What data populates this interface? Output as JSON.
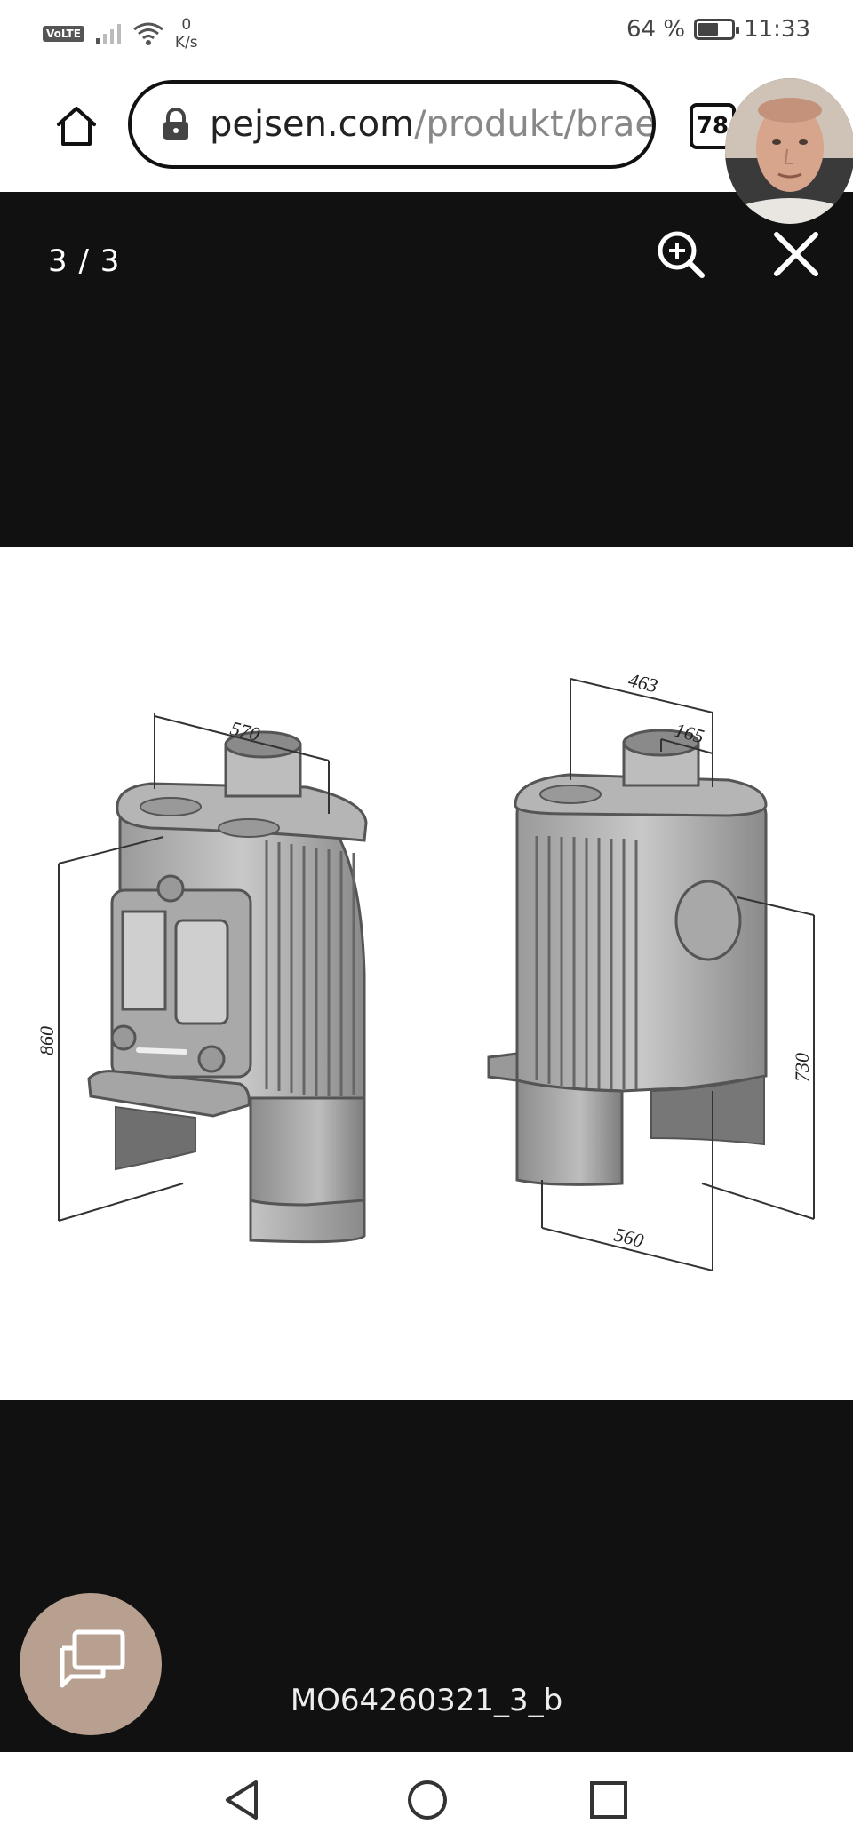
{
  "status_bar": {
    "volte": "VoLTE",
    "net_speed_value": "0",
    "net_speed_unit": "K/s",
    "battery_text": "64 %",
    "battery_level": 0.64,
    "time": "11:33"
  },
  "browser": {
    "url_domain": "pejsen.com",
    "url_path": "/produkt/brae",
    "tab_count": "78"
  },
  "viewer": {
    "counter": "3 / 3",
    "caption": "MO64260321_3_b"
  },
  "drawing": {
    "dim_front_width": "570",
    "dim_front_height": "860",
    "dim_side_depth": "463",
    "dim_flue_offset": "165",
    "dim_side_height": "730",
    "dim_base_depth": "560"
  }
}
